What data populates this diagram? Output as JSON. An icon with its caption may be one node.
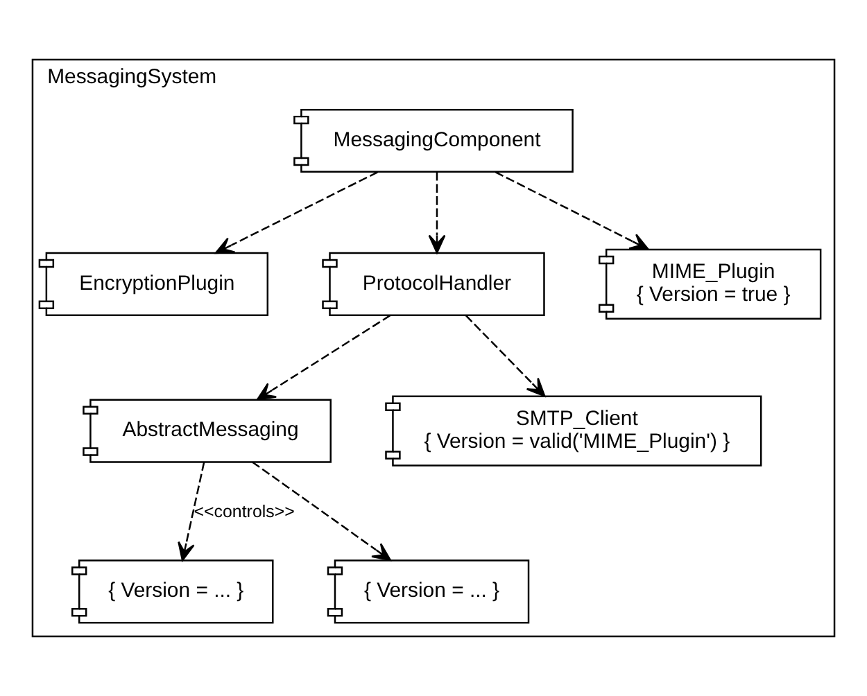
{
  "diagram": {
    "nodes": [
      {
        "text": [
          "MessagingSystem"
        ]
      },
      {
        "text": [
          "MessagingComponent"
        ],
        "in": 0
      },
      {
        "text": [
          "EncryptionPlugin"
        ],
        "in": 0
      },
      {
        "text": [
          "ProtocolHandler"
        ],
        "in": 0
      },
      {
        "text": [
          "MIME_Plugin",
          "{ Version = true }"
        ],
        "in": 0
      },
      {
        "text": [
          "AbstractMessaging"
        ],
        "in": 0
      },
      {
        "text": [
          "SMTP_Client",
          "{ Version = valid('MIME_Plugin') }"
        ],
        "in": 0
      },
      {
        "text": [
          "{ Version = ... }"
        ],
        "in": 0
      },
      {
        "text": [
          "{ Version = ... }"
        ],
        "in": 0
      }
    ],
    "edges": [
      {
        "from": 1,
        "to": 3,
        "arrow": "to",
        "style": "dashed"
      },
      {
        "from": 1,
        "to": 2,
        "arrow": "to",
        "style": "dashed"
      },
      {
        "from": 1,
        "to": 4,
        "arrow": "to",
        "style": "dashed"
      },
      {
        "from": 3,
        "to": 5,
        "arrow": "to",
        "style": "dashed"
      },
      {
        "from": 3,
        "to": 6,
        "arrow": "to",
        "style": "dashed"
      },
      {
        "from": 5,
        "to": 7,
        "arrow": "to",
        "style": "dashed",
        "label": "<<controls>>"
      },
      {
        "from": 5,
        "to": 8,
        "arrow": "to",
        "style": "dashed"
      }
    ]
  }
}
